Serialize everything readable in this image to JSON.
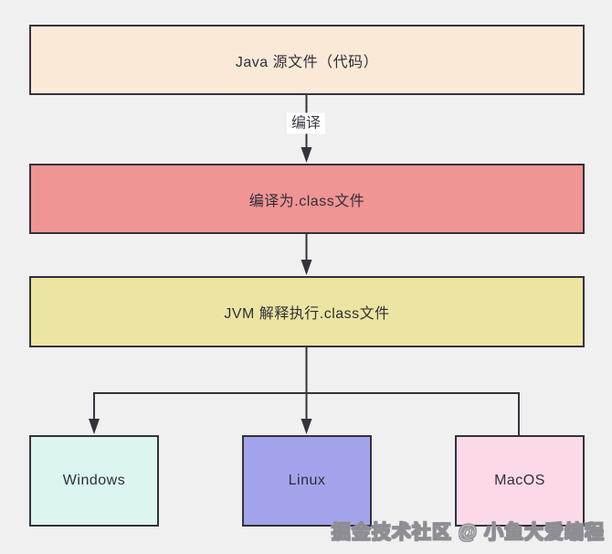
{
  "diagram": {
    "title_implicit": "Java compilation and cross-platform execution flow",
    "nodes": [
      {
        "id": "java-source",
        "label": "Java 源文件（代码）",
        "fill": "#fbe9d8"
      },
      {
        "id": "class-file",
        "label": "编译为.class文件",
        "fill": "#f09494"
      },
      {
        "id": "jvm",
        "label": "JVM 解释执行.class文件",
        "fill": "#ece5a2"
      },
      {
        "id": "windows",
        "label": "Windows",
        "fill": "#dcf5f1"
      },
      {
        "id": "linux",
        "label": "Linux",
        "fill": "#a3a3ec"
      },
      {
        "id": "macos",
        "label": "MacOS",
        "fill": "#fbd9e9"
      }
    ],
    "edges": [
      {
        "from": "java-source",
        "to": "class-file",
        "label": "编译"
      },
      {
        "from": "class-file",
        "to": "jvm"
      },
      {
        "from": "jvm",
        "to": "windows"
      },
      {
        "from": "jvm",
        "to": "linux"
      },
      {
        "from": "jvm",
        "to": "macos"
      }
    ]
  },
  "watermark": {
    "text": "掘金技术社区 @ 小鱼大爱编程"
  },
  "colors": {
    "background": "#f1f0f1",
    "stroke": "#33333b",
    "text": "#2f2f38",
    "edge_label_bg": "#ffffff",
    "watermark_fill": "#ffffff",
    "watermark_outline": "#8d8d93"
  }
}
